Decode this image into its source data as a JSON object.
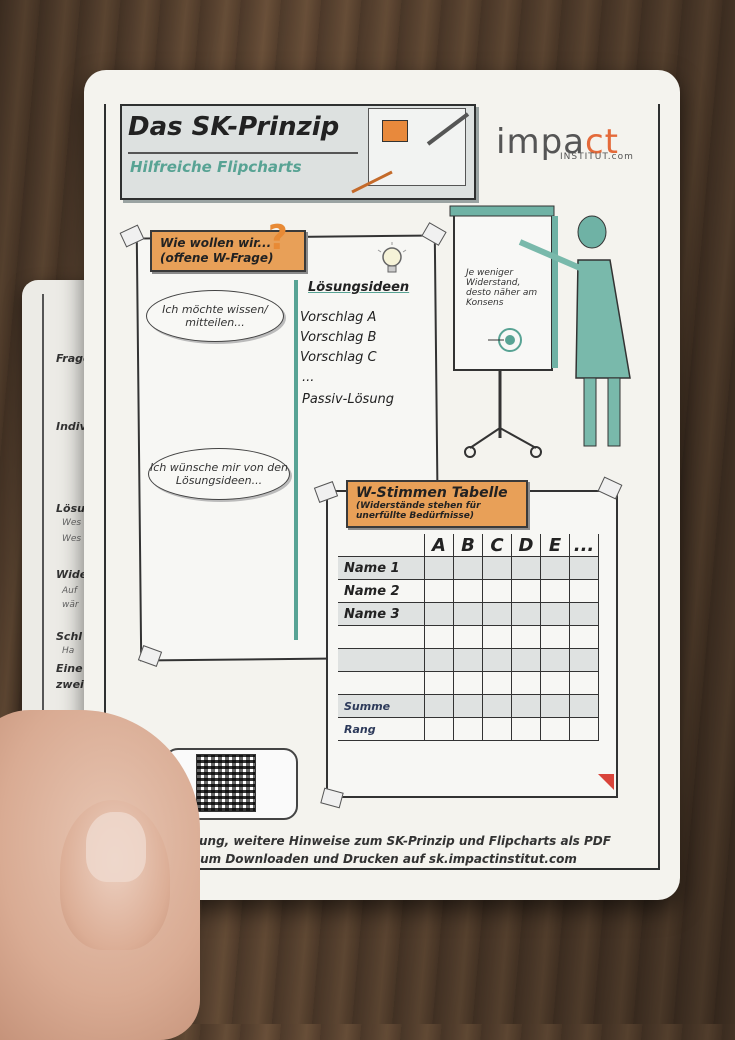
{
  "card": {
    "title": "Das SK-Prinzip",
    "subtitle": "Hilfreiche Flipcharts",
    "logo_main": "impa",
    "logo_accent": "ct",
    "logo_sub": "INSTITUT.com"
  },
  "question_tag": {
    "line1": "Wie wollen wir...",
    "line2": "(offene W-Frage)",
    "qmark": "?"
  },
  "bubbles": {
    "first": "Ich möchte wissen/ mitteilen...",
    "second": "Ich wünsche mir von den Lösungsideen..."
  },
  "solutions": {
    "heading": "Lösungsideen",
    "items": [
      "Vorschlag A",
      "Vorschlag B",
      "Vorschlag C",
      "...",
      "Passiv-Lösung"
    ]
  },
  "flipchart_text": "Je weniger Widerstand, desto näher am Konsens",
  "table": {
    "title": "W-Stimmen Tabelle",
    "subtitle": "(Widerstände stehen für unerfüllte Bedürfnisse)",
    "columns": [
      "A",
      "B",
      "C",
      "D",
      "E",
      "..."
    ],
    "rows": [
      "Name 1",
      "Name 2",
      "Name 3",
      "",
      "",
      "",
      ""
    ],
    "sum_label": "Summe",
    "rank_label": "Rang"
  },
  "footer": {
    "line1": "Anleitung, weitere Hinweise zum SK-Prinzip und Flipcharts als PDF",
    "line2": "zum Downloaden und Drucken auf sk.impactinstitut.com"
  },
  "back_card": {
    "lines": [
      "Frage",
      "Indivi",
      "Lösun",
      "Wider",
      "Schl",
      "Eine",
      "zwei"
    ],
    "small_lines": [
      "Wes",
      "Wes",
      "Auf",
      "wär",
      "Ha"
    ]
  },
  "colors": {
    "accent_orange": "#e8a058",
    "accent_teal": "#58a394",
    "card": "#f4f3ee"
  }
}
